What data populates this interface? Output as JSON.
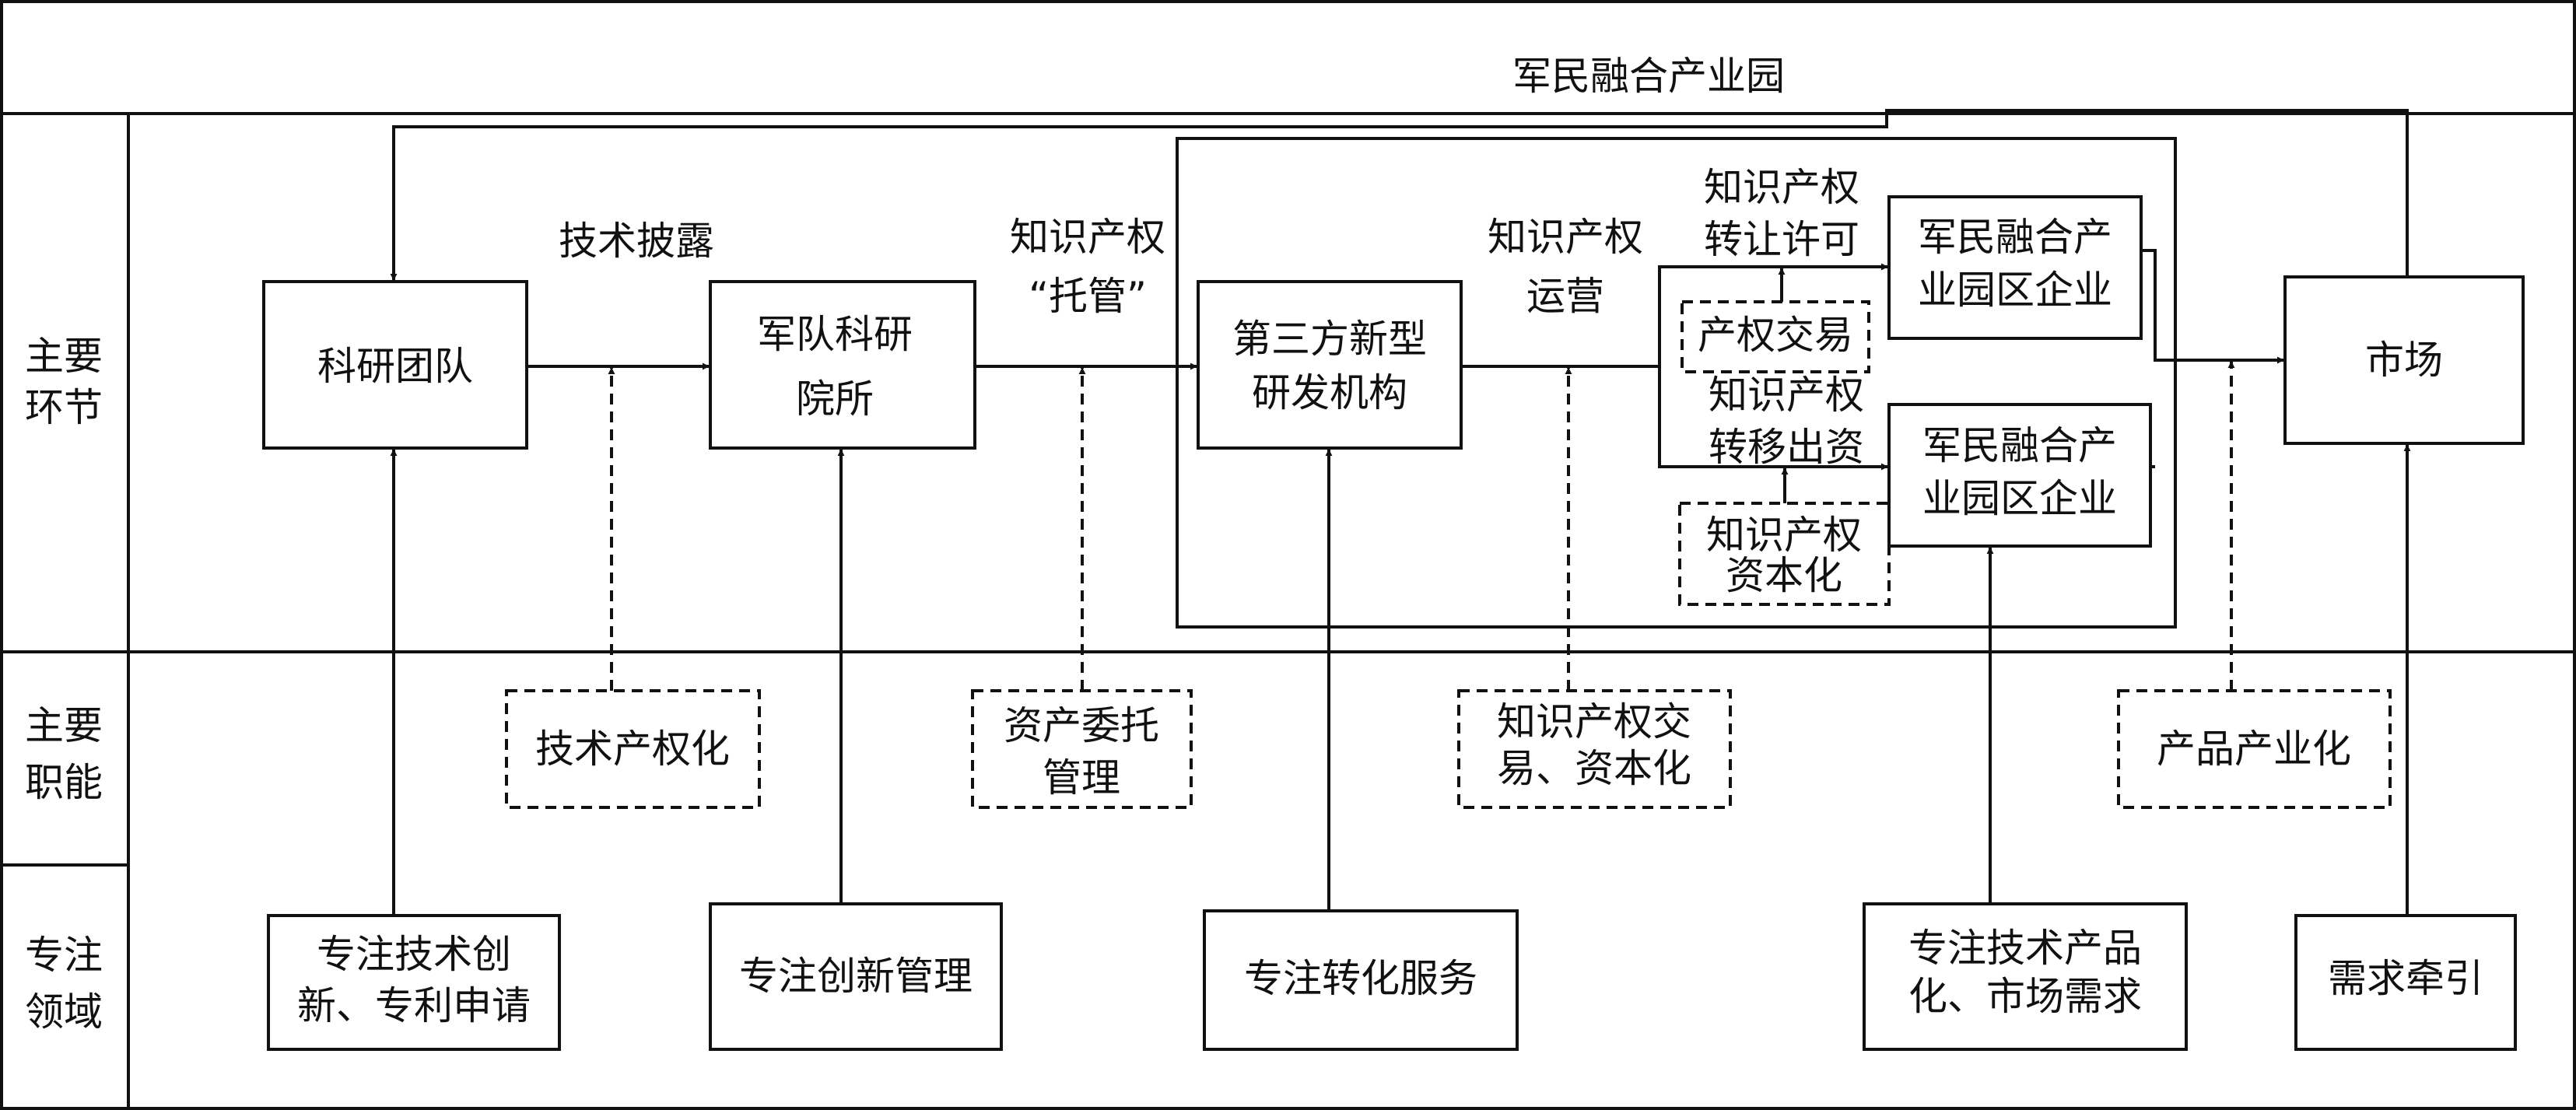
{
  "header": {
    "title": "军民融合产业园"
  },
  "rows": {
    "links_label": [
      "主要",
      "环节"
    ],
    "functions_label": [
      "主要",
      "职能"
    ],
    "focus_label": [
      "专注",
      "领域"
    ]
  },
  "nodes": {
    "research_team": "科研团队",
    "military_institute": [
      "军队科研",
      "院所"
    ],
    "third_party": [
      "第三方新型",
      "研发机构"
    ],
    "enterprise_top": [
      "军民融合产",
      "业园区企业"
    ],
    "enterprise_bottom": [
      "军民融合产",
      "业园区企业"
    ],
    "market": "市场"
  },
  "edges": {
    "tech_disclosure": "技术披露",
    "ip_custody": [
      "知识产权",
      "“托管”"
    ],
    "ip_operation": [
      "知识产权",
      "运营"
    ],
    "ip_transfer_license": [
      "知识产权",
      "转让许可"
    ],
    "ip_transfer_invest": [
      "知识产权",
      "转移出资"
    ]
  },
  "inner_functions": {
    "property_trade": "产权交易",
    "ip_capitalization": [
      "知识产权",
      "资本化"
    ]
  },
  "functions": {
    "tech_propertization": "技术产权化",
    "asset_entrustment": [
      "资产委托",
      "管理"
    ],
    "ip_trade_capital": [
      "知识产权交",
      "易、资本化"
    ],
    "product_industrialization": "产品产业化"
  },
  "focus": {
    "innovation_patent": [
      "专注技术创",
      "新、专利申请"
    ],
    "innovation_management": "专注创新管理",
    "transformation_service": "专注转化服务",
    "productization_market": [
      "专注技术产品",
      "化、市场需求"
    ],
    "demand_pull": "需求牵引"
  }
}
